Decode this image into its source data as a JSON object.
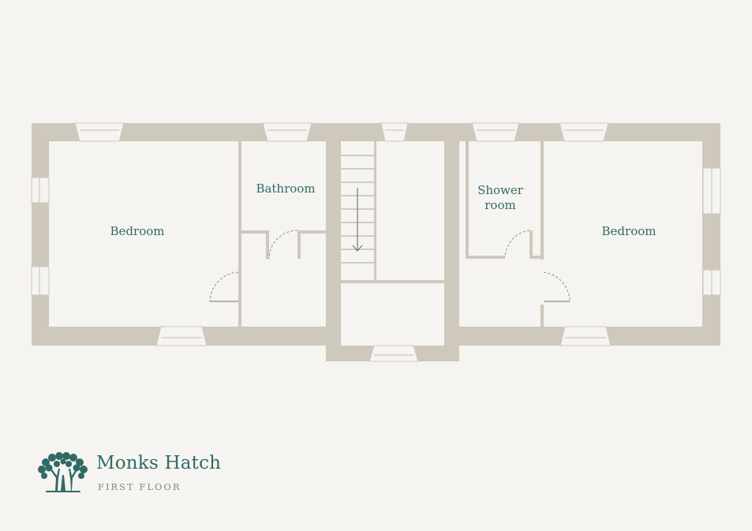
{
  "colors": {
    "background": "#f6f4f0",
    "wall": "#cec8bd",
    "window_glass": "#f6f4f0",
    "door_line": "#8d8a85",
    "accent": "#2f6a66"
  },
  "rooms": [
    {
      "id": "bedroom-left",
      "label": "Bedroom"
    },
    {
      "id": "bathroom",
      "label": "Bathroom"
    },
    {
      "id": "shower-room",
      "label_line1": "Shower",
      "label_line2": "room"
    },
    {
      "id": "bedroom-right",
      "label": "Bedroom"
    }
  ],
  "stairs": {
    "direction": "down",
    "icon": "arrow-down-icon"
  },
  "brand": {
    "name": "Monks Hatch",
    "subtitle": "FIRST FLOOR",
    "logo_icon": "tree-icon"
  }
}
